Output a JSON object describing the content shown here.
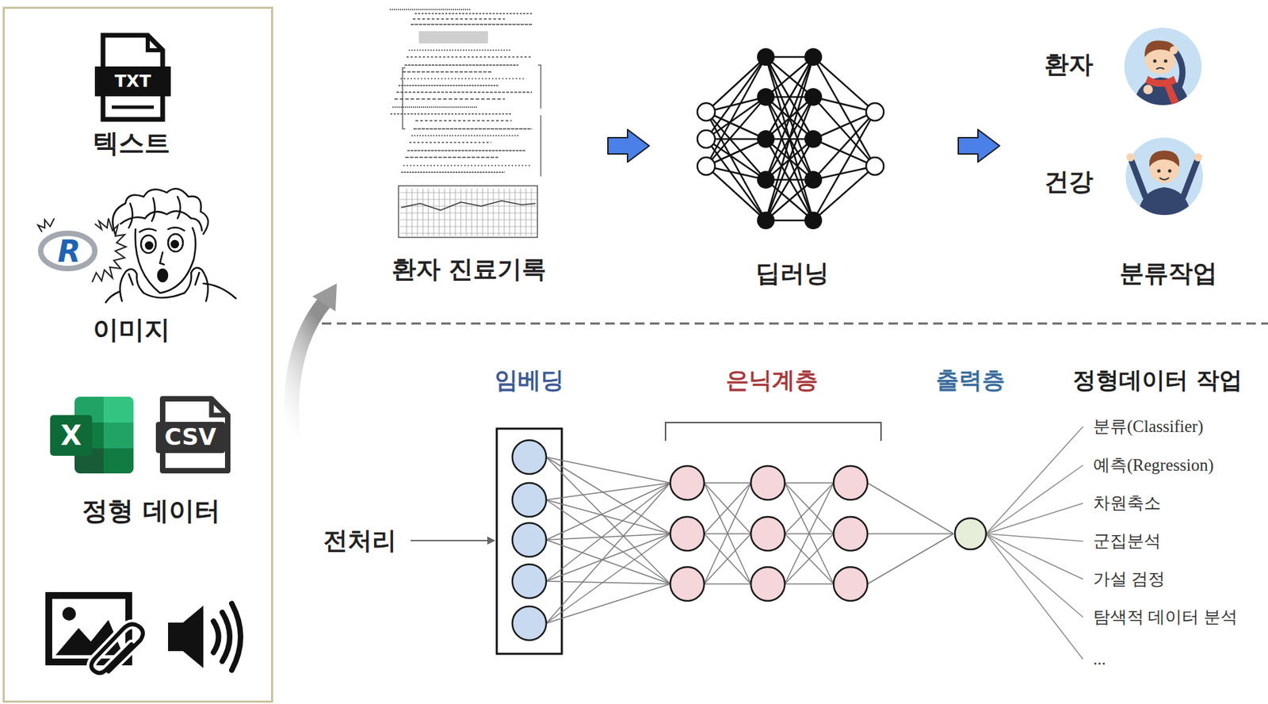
{
  "diagram": {
    "nodes": [
      {
        "text": [
          "텍스트",
          "이미지",
          "정형 데이터"
        ]
      }
    ],
    "labels": [
      "TXT",
      "R",
      "X",
      "CSV",
      "환자 진료기록",
      "딥러닝",
      "환자",
      "건강",
      "분류작업",
      "임베딩",
      "은닉계층",
      "출력층",
      "정형데이터 작업",
      "전처리",
      "분류(Classifier)",
      "예측(Regression)",
      "차원축소",
      "군집분석",
      "가설 검정",
      "탐색적 데이터 분석",
      "..."
    ]
  }
}
